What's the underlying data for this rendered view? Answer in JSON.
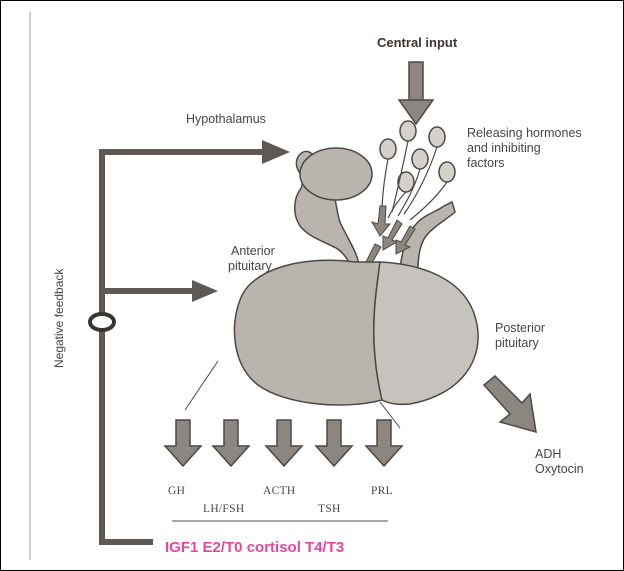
{
  "diagram": {
    "central_input": "Central input",
    "hypothalamus": "Hypothalamus",
    "releasing": [
      "Releasing hormones",
      "and inhibiting",
      "factors"
    ],
    "anterior": [
      "Anterior",
      "pituitary"
    ],
    "posterior": [
      "Posterior",
      "pituitary"
    ],
    "negative_feedback": "Negative feedback",
    "outputs": {
      "gh": "GH",
      "lhfsh": "LH/FSH",
      "acth": "ACTH",
      "tsh": "TSH",
      "prl": "PRL"
    },
    "adh": [
      "ADH",
      "Oxytocin"
    ],
    "footer": "IGF1 E2/T0 cortisol T4/T3"
  },
  "colors": {
    "gland_fill": "#b9b4ae",
    "gland_stroke": "#4d4843",
    "arrow_fill": "#8c8681",
    "feedback_line": "#5e5954",
    "footer_text": "#e8469a"
  }
}
